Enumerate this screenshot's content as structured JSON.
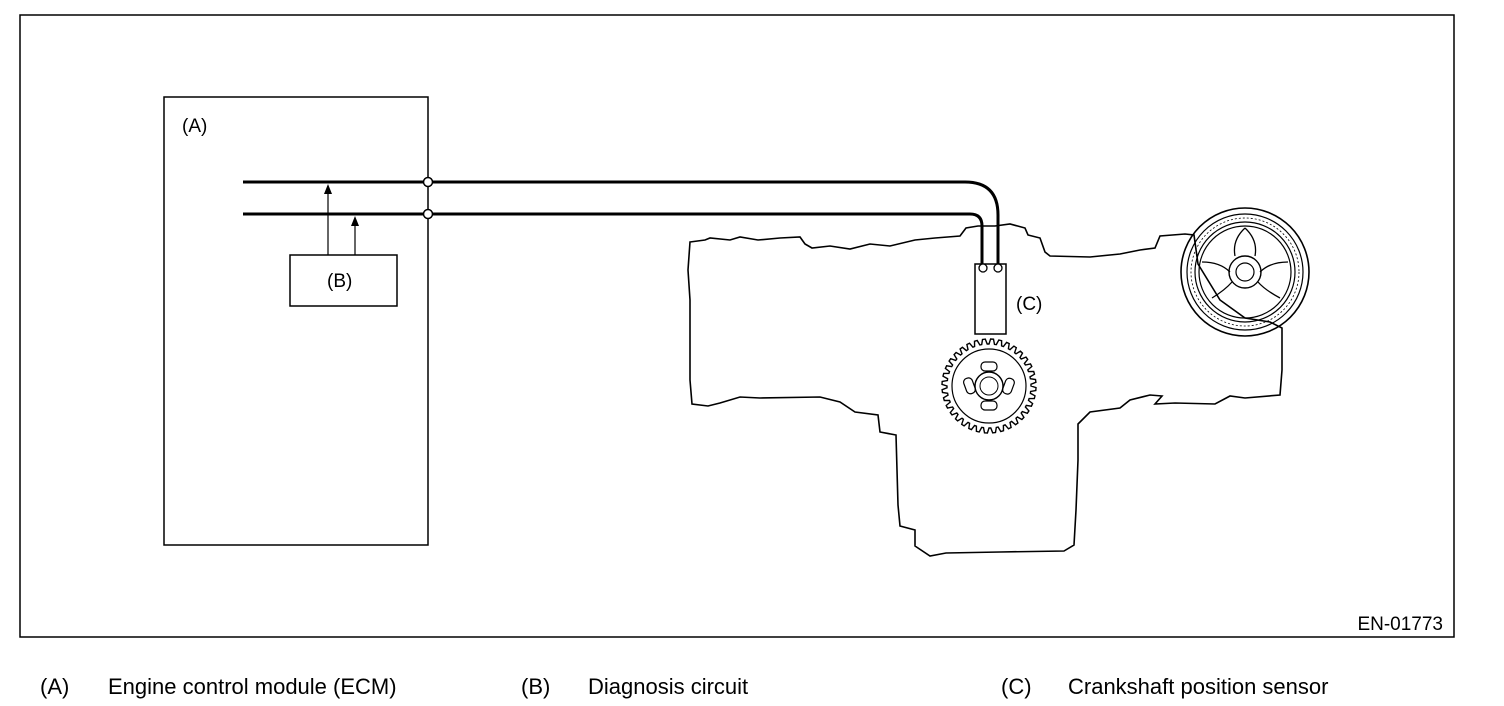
{
  "diagram": {
    "labels": {
      "ecm": "(A)",
      "diagnosis": "(B)",
      "sensor": "(C)"
    },
    "figure_id": "EN-01773"
  },
  "legend": [
    {
      "key": "(A)",
      "text": "Engine control module (ECM)"
    },
    {
      "key": "(B)",
      "text": "Diagnosis circuit"
    },
    {
      "key": "(C)",
      "text": "Crankshaft position sensor"
    }
  ]
}
